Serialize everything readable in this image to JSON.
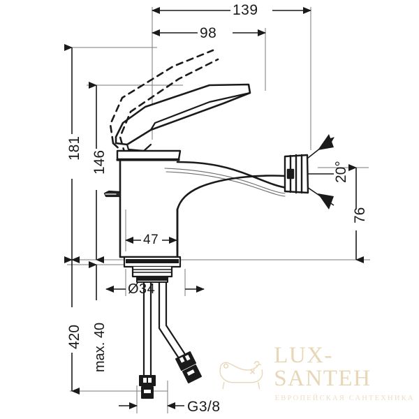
{
  "document": {
    "type": "technical-dimension-drawing",
    "subject": "single-lever bidet / basin mixer faucet",
    "units": "mm",
    "view": "side elevation"
  },
  "dimensions": {
    "horizontal": [
      {
        "id": "spout-reach-total",
        "label": "139",
        "orientation": "horizontal",
        "position": "top"
      },
      {
        "id": "spout-reach-inner",
        "label": "98",
        "orientation": "horizontal",
        "position": "top"
      },
      {
        "id": "body-depth",
        "label": "47",
        "orientation": "horizontal",
        "position": "body"
      },
      {
        "id": "base-diameter",
        "label": "Ø34",
        "orientation": "horizontal",
        "position": "base"
      },
      {
        "id": "thread-size",
        "label": "G3/8",
        "orientation": "horizontal",
        "position": "bottom"
      }
    ],
    "vertical": [
      {
        "id": "overall-height",
        "label": "181",
        "orientation": "vertical",
        "position": "left"
      },
      {
        "id": "lever-height",
        "label": "146",
        "orientation": "vertical",
        "position": "left"
      },
      {
        "id": "hose-length",
        "label": "420",
        "orientation": "vertical",
        "position": "left"
      },
      {
        "id": "max-counter-thickness",
        "label": "max. 40",
        "orientation": "vertical",
        "position": "left"
      },
      {
        "id": "spout-outlet-height",
        "label": "76",
        "orientation": "vertical",
        "position": "right"
      }
    ],
    "angular": [
      {
        "id": "outlet-angle",
        "label": "20°",
        "orientation": "vertical",
        "position": "right"
      }
    ]
  },
  "watermark": {
    "brand": "LUX-SANTEH",
    "tagline": "ЕВРОПЕЙСКАЯ САНТЕХНИКА",
    "icon": "bathtub-icon",
    "color": "#e8d7b6"
  },
  "colors": {
    "background": "#ffffff",
    "line": "#1a1a1a",
    "thin_line": "#5a5a5a",
    "watermark": "#e8d7b6"
  }
}
